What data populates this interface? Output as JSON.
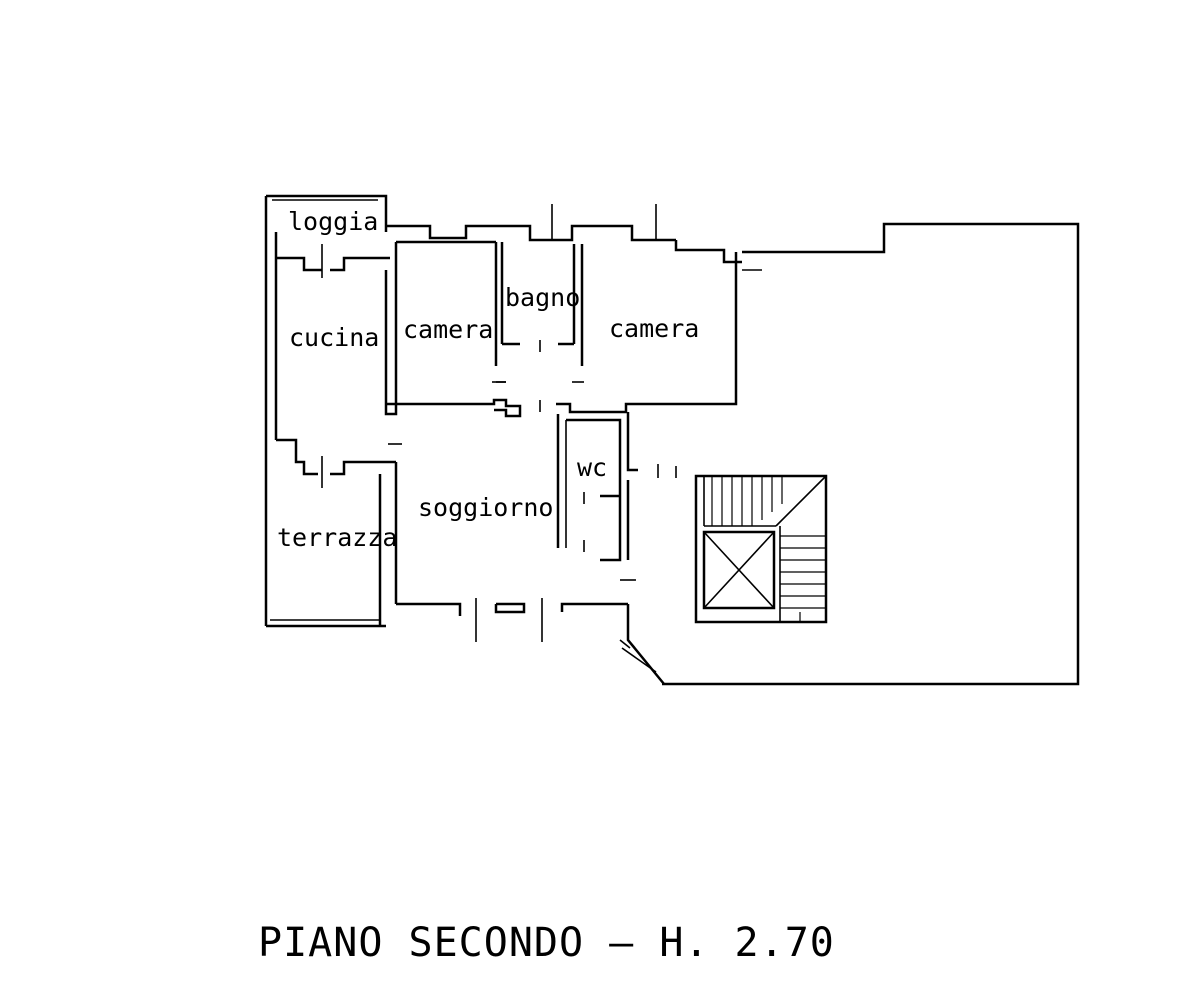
{
  "plan": {
    "title": "PIANO SECONDO – H. 2.70",
    "rooms": {
      "loggia": "loggia",
      "cucina": "cucina",
      "camera_left": "camera",
      "bagno": "bagno",
      "camera_right": "camera",
      "wc": "wc",
      "soggiorno": "soggiorno",
      "terrazza": "terrazza"
    }
  },
  "colors": {
    "ink": "#000000",
    "paper": "#ffffff"
  }
}
